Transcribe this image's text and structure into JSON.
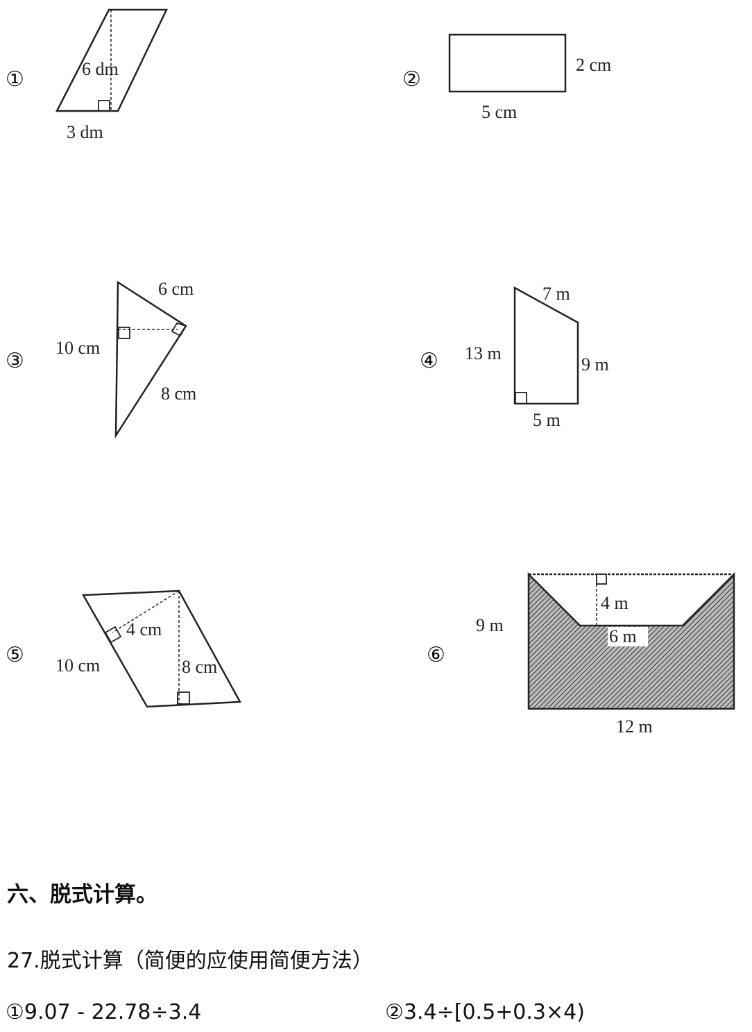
{
  "figures": [
    {
      "marker": "①",
      "labels": [
        "6 dm",
        "3 dm"
      ]
    },
    {
      "marker": "②",
      "labels": [
        "2 cm",
        "5 cm"
      ]
    },
    {
      "marker": "③",
      "labels": [
        "6 cm",
        "10 cm",
        "8 cm"
      ]
    },
    {
      "marker": "④",
      "labels": [
        "7 m",
        "13 m",
        "9 m",
        "5 m"
      ]
    },
    {
      "marker": "⑤",
      "labels": [
        "4 cm",
        "10 cm",
        "8 cm"
      ]
    },
    {
      "marker": "⑥",
      "labels": [
        "4 m",
        "6 m",
        "9 m",
        "12 m"
      ]
    }
  ],
  "section": {
    "heading": "六、脱式计算。",
    "question": "27.脱式计算（简便的应使用简便方法）",
    "problems": [
      "①9.07 - 22.78÷3.4",
      "②3.4÷[0.5+0.3×4)"
    ]
  }
}
